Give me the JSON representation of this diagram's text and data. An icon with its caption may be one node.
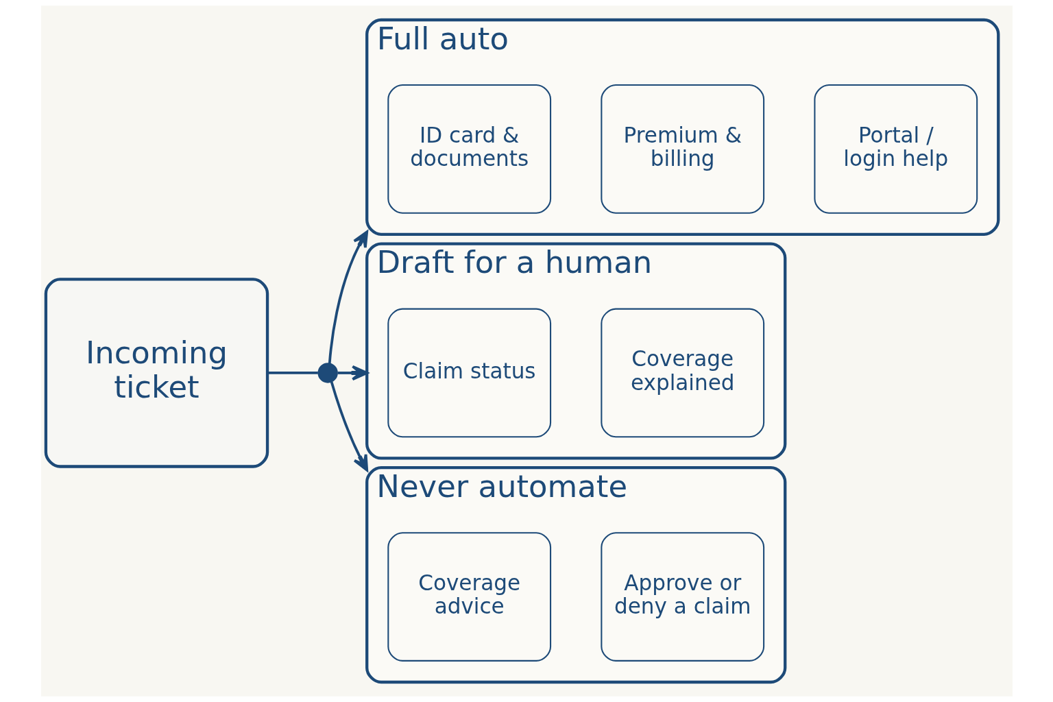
{
  "diagram": {
    "nodes": [
      {
        "text": [
          "Incoming ticket"
        ]
      },
      {
        "text": [],
        "shape": "circle"
      },
      {
        "text": [
          "Full auto"
        ]
      },
      {
        "text": [
          "ID card & documents"
        ],
        "in": 2
      },
      {
        "text": [
          "Premium & billing"
        ],
        "in": 2
      },
      {
        "text": [
          "Portal / login help"
        ],
        "in": 2
      },
      {
        "text": [
          "Draft for a human"
        ]
      },
      {
        "text": [
          "Claim status"
        ],
        "in": 6
      },
      {
        "text": [
          "Coverage explained"
        ],
        "in": 6
      },
      {
        "text": [
          "Never automate"
        ]
      },
      {
        "text": [
          "Coverage advice"
        ],
        "in": 9
      },
      {
        "text": [
          "Approve or deny a claim"
        ],
        "in": 9
      }
    ],
    "edges": [
      {
        "from": 0,
        "to": 1,
        "arrow": "none"
      },
      {
        "from": 1,
        "to": 2,
        "arrow": "to"
      },
      {
        "from": 1,
        "to": 6,
        "arrow": "to"
      },
      {
        "from": 1,
        "to": 9,
        "arrow": "to"
      }
    ]
  }
}
